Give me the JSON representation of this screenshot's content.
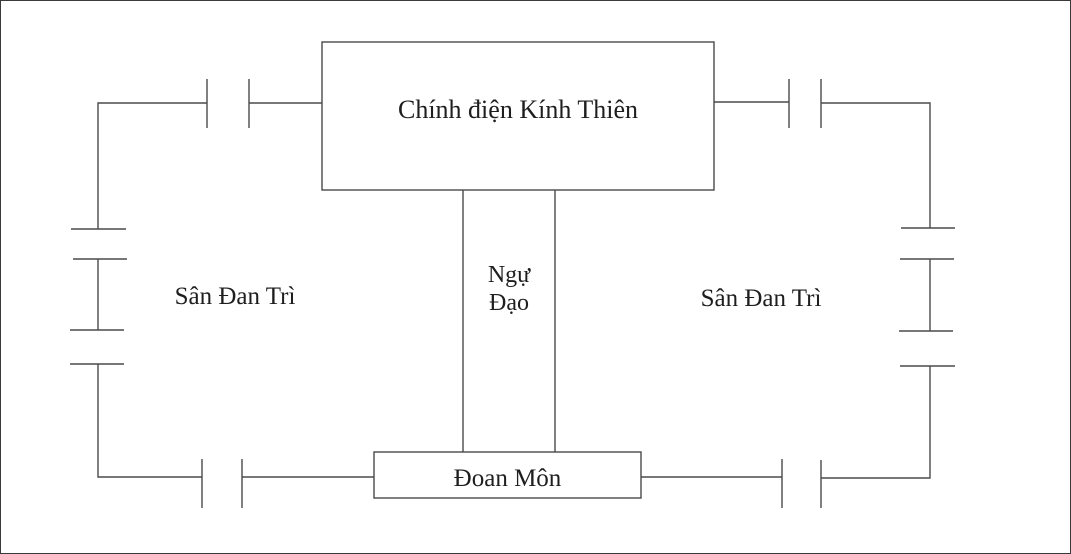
{
  "diagram": {
    "nodes": {
      "main_hall": "Chính điện Kính Thiên",
      "imperial_road": [
        "Ngự",
        "Đạo"
      ],
      "gate": "Đoan Môn",
      "courtyard_left": "Sân Đan Trì",
      "courtyard_right": "Sân Đan Trì"
    },
    "stroke_color": "#4a4a4a",
    "text_color": "#1e1e1e",
    "background": "#ffffff"
  }
}
